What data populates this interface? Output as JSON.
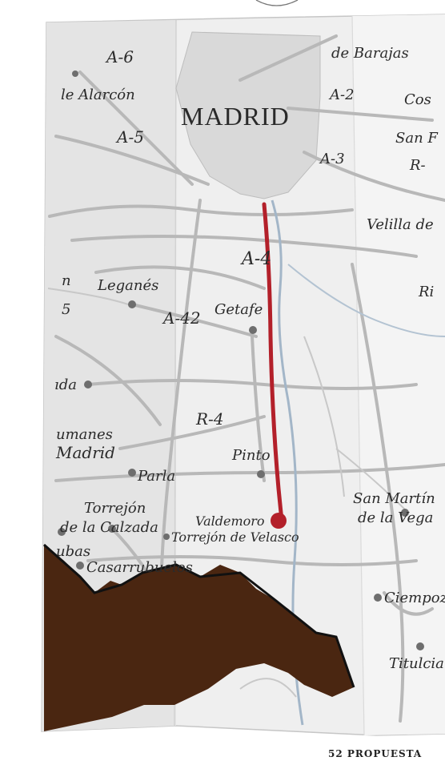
{
  "map": {
    "city": "MADRID",
    "roads": [
      "A-6",
      "A-5",
      "A-2",
      "A-3",
      "A-4",
      "A-42",
      "R-4",
      "R-"
    ],
    "places": [
      "de Barajas",
      "le Alarcón",
      "Cos",
      "San F",
      "Velilla de",
      "Ri",
      "n",
      "Leganés",
      "5",
      "Getafe",
      "ıda",
      "umanes",
      "Madrid",
      "Pinto",
      "Parla",
      "San Martín",
      "de la Vega",
      "Torrejón",
      "de la Calzada",
      "Valdemoro",
      "Torrejón de Velasco",
      "ubas",
      "Casarrubuelos",
      "Ciempoz",
      "Titulcia"
    ]
  },
  "colors": {
    "route": "#b3202a",
    "city_fill": "#d9d9d9",
    "roads": "#b8b8b8",
    "river": "#a3b6c8",
    "terrain": "#4a2611"
  },
  "footer": {
    "text": "52 PROPUESTA"
  }
}
